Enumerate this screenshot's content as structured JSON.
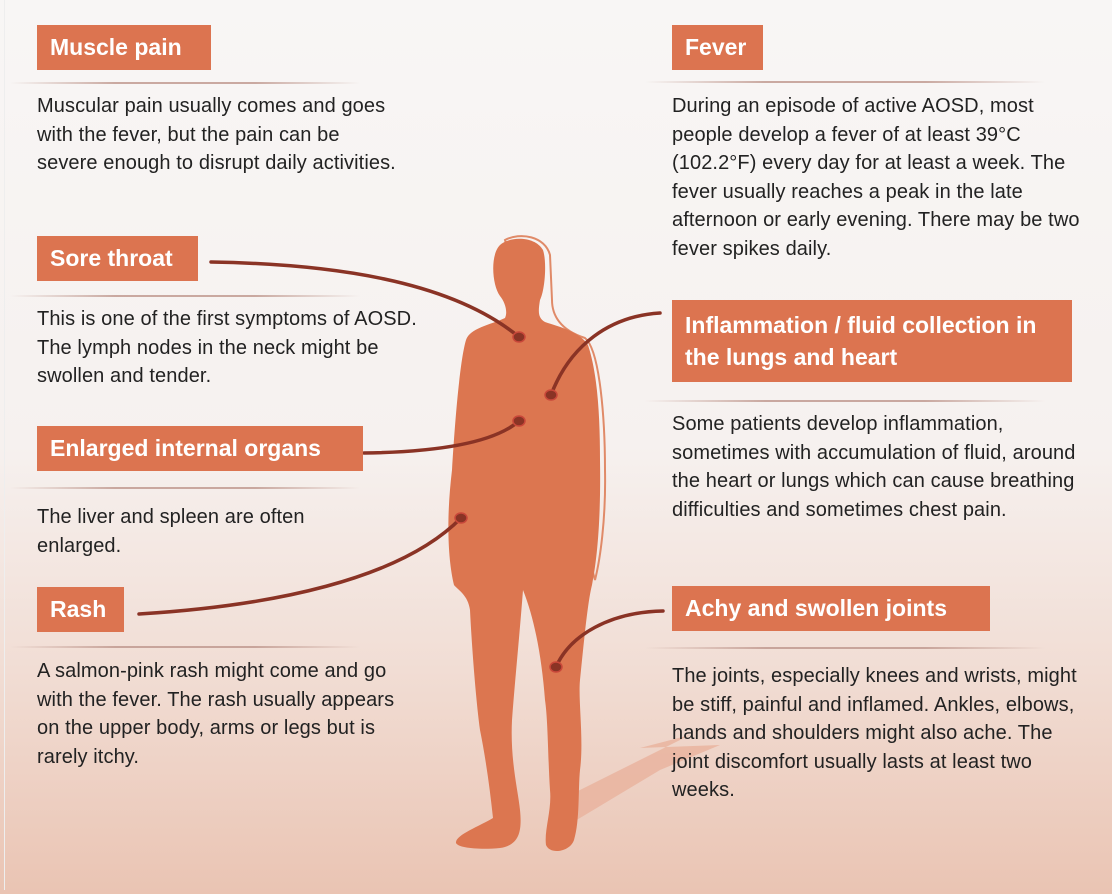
{
  "symptoms": {
    "muscle_pain": {
      "title": "Muscle pain",
      "text": "Muscular pain usually comes and goes with the fever, but the pain can be severe enough to disrupt daily activities."
    },
    "sore_throat": {
      "title": "Sore throat",
      "text": "This is one of the first symptoms of AOSD. The lymph nodes in the neck might be swollen and tender."
    },
    "enlarged_organs": {
      "title": "Enlarged internal organs",
      "text": "The liver and spleen are often enlarged."
    },
    "rash": {
      "title": "Rash",
      "text": "A salmon-pink rash might come and go with the fever. The rash usually appears on the upper body, arms or legs but is rarely itchy."
    },
    "fever": {
      "title": "Fever",
      "text": "During an episode of active AOSD, most people develop a fever of at least 39°C (102.2°F) every day for at least a week. The fever usually reaches a peak in the late afternoon or early evening. There may be two fever spikes daily."
    },
    "inflammation": {
      "title": "Inflammation / fluid collection in the lungs and heart",
      "text": "Some patients develop inflammation, sometimes with accumulation of fluid, around the heart or lungs which can cause breathing difficulties and sometimes chest pain."
    },
    "joints": {
      "title": "Achy and swollen joints",
      "text": "The joints, especially knees and wrists, might be stiff, painful and inflamed. Ankles, elbows, hands and shoulders might also ache. The joint discomfort usually lasts at least two weeks."
    }
  },
  "colors": {
    "accent": "#dc7450",
    "connector": "#8a3325",
    "figure": "#dc7650"
  }
}
